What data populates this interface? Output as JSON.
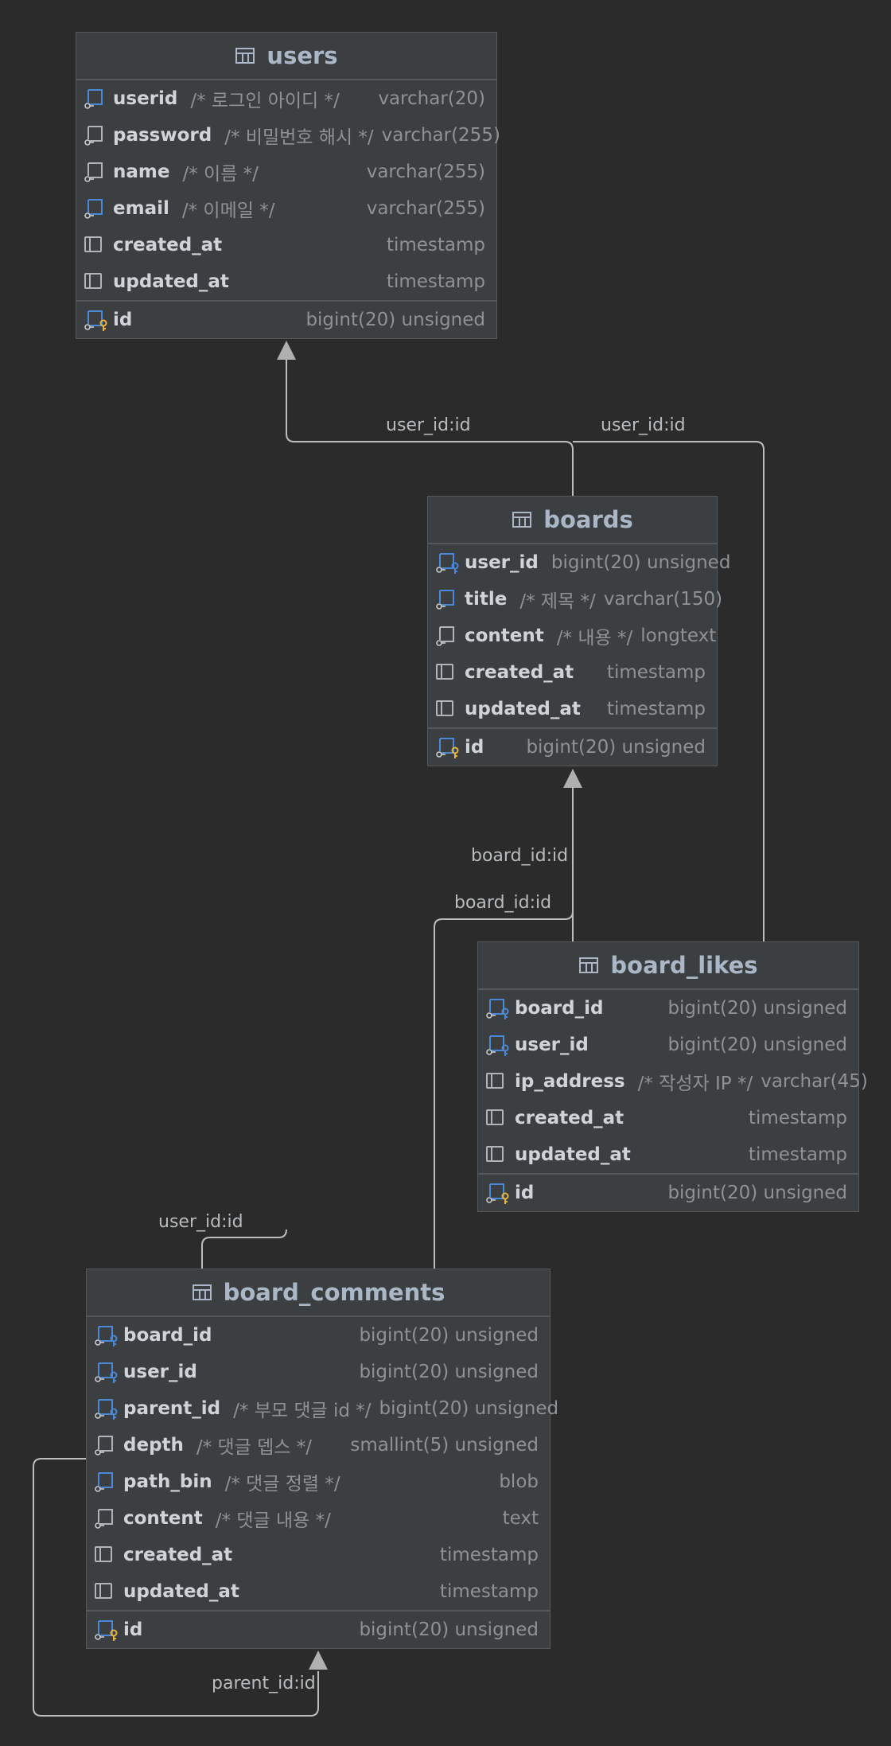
{
  "tables": [
    {
      "name": "users",
      "columns": [
        {
          "name": "userid",
          "comment": "/* 로그인 아이디 */",
          "type": "varchar(20)",
          "icon": "indexed-column-icon"
        },
        {
          "name": "password",
          "comment": "/* 비밀번호 해시 */",
          "type": "varchar(255)",
          "icon": "not-null-column-icon"
        },
        {
          "name": "name",
          "comment": "/* 이름 */",
          "type": "varchar(255)",
          "icon": "not-null-column-icon"
        },
        {
          "name": "email",
          "comment": "/* 이메일 */",
          "type": "varchar(255)",
          "icon": "indexed-column-icon"
        },
        {
          "name": "created_at",
          "comment": "",
          "type": "timestamp",
          "icon": "column-icon"
        },
        {
          "name": "updated_at",
          "comment": "",
          "type": "timestamp",
          "icon": "column-icon"
        }
      ],
      "pk": {
        "name": "id",
        "type": "bigint(20) unsigned",
        "icon": "primary-key-icon"
      }
    },
    {
      "name": "boards",
      "columns": [
        {
          "name": "user_id",
          "comment": "",
          "type": "bigint(20) unsigned",
          "icon": "foreign-key-icon"
        },
        {
          "name": "title",
          "comment": "/* 제목 */",
          "type": "varchar(150)",
          "icon": "indexed-column-icon"
        },
        {
          "name": "content",
          "comment": "/* 내용 */",
          "type": "longtext",
          "icon": "not-null-column-icon"
        },
        {
          "name": "created_at",
          "comment": "",
          "type": "timestamp",
          "icon": "column-icon"
        },
        {
          "name": "updated_at",
          "comment": "",
          "type": "timestamp",
          "icon": "column-icon"
        }
      ],
      "pk": {
        "name": "id",
        "type": "bigint(20) unsigned",
        "icon": "primary-key-icon"
      }
    },
    {
      "name": "board_likes",
      "columns": [
        {
          "name": "board_id",
          "comment": "",
          "type": "bigint(20) unsigned",
          "icon": "foreign-key-icon"
        },
        {
          "name": "user_id",
          "comment": "",
          "type": "bigint(20) unsigned",
          "icon": "foreign-key-icon"
        },
        {
          "name": "ip_address",
          "comment": "/* 작성자 IP */",
          "type": "varchar(45)",
          "icon": "column-icon"
        },
        {
          "name": "created_at",
          "comment": "",
          "type": "timestamp",
          "icon": "column-icon"
        },
        {
          "name": "updated_at",
          "comment": "",
          "type": "timestamp",
          "icon": "column-icon"
        }
      ],
      "pk": {
        "name": "id",
        "type": "bigint(20) unsigned",
        "icon": "primary-key-icon"
      }
    },
    {
      "name": "board_comments",
      "columns": [
        {
          "name": "board_id",
          "comment": "",
          "type": "bigint(20) unsigned",
          "icon": "foreign-key-icon"
        },
        {
          "name": "user_id",
          "comment": "",
          "type": "bigint(20) unsigned",
          "icon": "foreign-key-icon"
        },
        {
          "name": "parent_id",
          "comment": "/* 부모 댓글 id */",
          "type": "bigint(20) unsigned",
          "icon": "foreign-key-icon"
        },
        {
          "name": "depth",
          "comment": "/* 댓글 뎁스 */",
          "type": "smallint(5) unsigned",
          "icon": "not-null-column-icon"
        },
        {
          "name": "path_bin",
          "comment": "/* 댓글 정렬 */",
          "type": "blob",
          "icon": "indexed-column-icon"
        },
        {
          "name": "content",
          "comment": "/* 댓글 내용 */",
          "type": "text",
          "icon": "not-null-column-icon"
        },
        {
          "name": "created_at",
          "comment": "",
          "type": "timestamp",
          "icon": "column-icon"
        },
        {
          "name": "updated_at",
          "comment": "",
          "type": "timestamp",
          "icon": "column-icon"
        }
      ],
      "pk": {
        "name": "id",
        "type": "bigint(20) unsigned",
        "icon": "primary-key-icon"
      }
    }
  ],
  "edge_labels": [
    "user_id:id",
    "user_id:id",
    "board_id:id",
    "board_id:id",
    "user_id:id",
    "parent_id:id"
  ],
  "colors": {
    "background": "#2b2b2b",
    "table": "#3c3f41",
    "line": "#bbbbbb",
    "key_blue": "#4a88d8",
    "key_gold": "#e8b53a"
  }
}
